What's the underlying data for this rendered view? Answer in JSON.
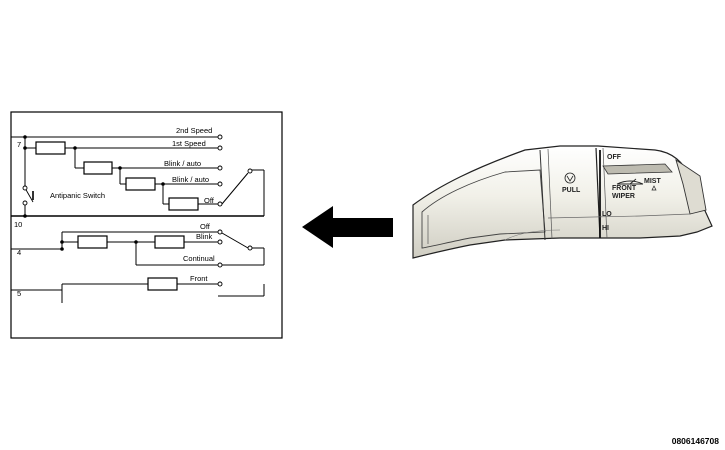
{
  "schematic": {
    "pins": {
      "p7": "7",
      "p10": "10",
      "p4": "4",
      "p5": "5"
    },
    "labels": {
      "second_speed": "2nd Speed",
      "first_speed": "1st Speed",
      "blink_auto_1": "Blink / auto",
      "blink_auto_2": "Blink / auto",
      "off_upper": "Off",
      "antipanic": "Antipanic Switch",
      "off_lower": "Off",
      "blink": "Blink",
      "continual": "Continual",
      "front": "Front"
    }
  },
  "stalk": {
    "pull": "PULL",
    "front": "FRONT",
    "wiper": "WIPER",
    "mist": "MIST",
    "off": "OFF",
    "lo": "LO",
    "hi": "HI"
  },
  "reference_code": "0806146708",
  "colors": {
    "line": "#000000",
    "stalk_body": "#ecebe2",
    "arrow": "#000000"
  }
}
